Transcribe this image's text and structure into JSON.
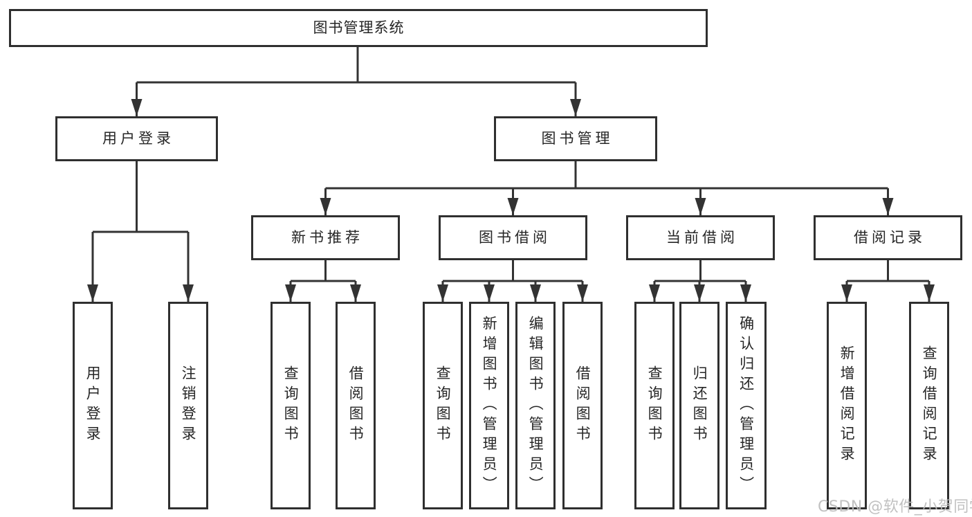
{
  "diagram": {
    "type": "hierarchy-tree",
    "colors": {
      "line": "#333333",
      "border": "#2f2f2f",
      "text": "#262626",
      "background": "#ffffff",
      "watermark": "#bcbcbc"
    }
  },
  "tree": {
    "label": "图书管理系统",
    "children": [
      {
        "label": "用户登录",
        "children": [
          {
            "label": "用户登录"
          },
          {
            "label": "注销登录"
          }
        ]
      },
      {
        "label": "图书管理",
        "children": [
          {
            "label": "新书推荐",
            "children": [
              {
                "label": "查询图书"
              },
              {
                "label": "借阅图书"
              }
            ]
          },
          {
            "label": "图书借阅",
            "children": [
              {
                "label": "查询图书"
              },
              {
                "label": "新增图书（管理员）"
              },
              {
                "label": "编辑图书（管理员）"
              },
              {
                "label": "借阅图书"
              }
            ]
          },
          {
            "label": "当前借阅",
            "children": [
              {
                "label": "查询图书"
              },
              {
                "label": "归还图书"
              },
              {
                "label": "确认归还（管理员）"
              }
            ]
          },
          {
            "label": "借阅记录",
            "children": [
              {
                "label": "新增借阅记录"
              },
              {
                "label": "查询借阅记录"
              }
            ]
          }
        ]
      }
    ]
  },
  "watermark": "CSDN @软件_小贺同学"
}
